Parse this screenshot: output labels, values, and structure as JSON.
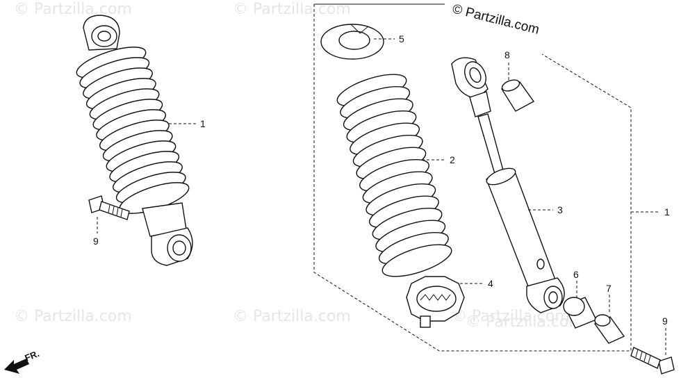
{
  "brand": {
    "text": "© Partzilla.com"
  },
  "watermark": {
    "text": "© Partzilla.com"
  },
  "front_marker": {
    "text": "FR."
  },
  "callouts": {
    "c1_left": "1",
    "c1_right": "1",
    "c2": "2",
    "c3": "3",
    "c4": "4",
    "c5": "5",
    "c6": "6",
    "c7": "7",
    "c8": "8",
    "c9_left": "9",
    "c9_right": "9"
  },
  "parts": [
    {
      "ref": "1",
      "icon": "rear-shock-absorber-assembly"
    },
    {
      "ref": "2",
      "icon": "coil-spring"
    },
    {
      "ref": "3",
      "icon": "damper-unit"
    },
    {
      "ref": "4",
      "icon": "spring-adjuster"
    },
    {
      "ref": "5",
      "icon": "spring-seat-stopper"
    },
    {
      "ref": "6",
      "icon": "bushing"
    },
    {
      "ref": "7",
      "icon": "collar"
    },
    {
      "ref": "8",
      "icon": "bushing"
    },
    {
      "ref": "9",
      "icon": "bolt"
    }
  ],
  "colors": {
    "line": "#111111",
    "watermark": "#e6e6e6",
    "background": "#ffffff"
  }
}
